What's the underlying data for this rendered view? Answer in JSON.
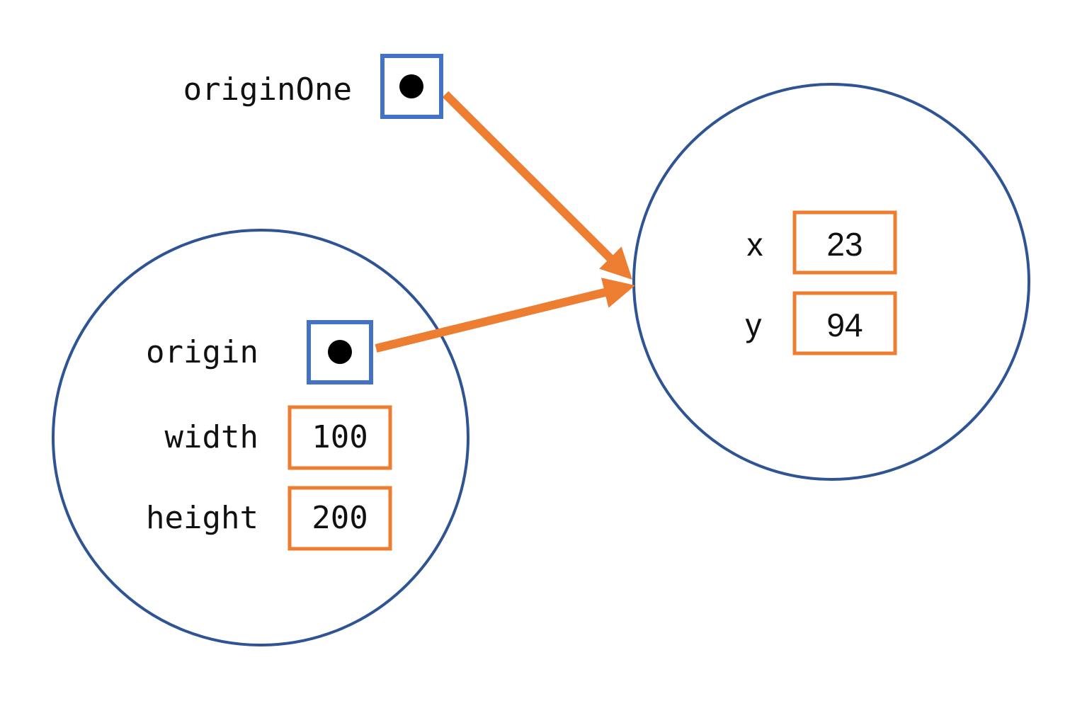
{
  "colors": {
    "reference_box_border": "#4472C4",
    "object_circle_border": "#2E5494",
    "value_box_border": "#ED7D31",
    "arrow": "#ED7D31",
    "pointer_dot": "#000000",
    "text": "#111111"
  },
  "origin_one_reference": {
    "label": "originOne"
  },
  "point_object": {
    "fields": [
      {
        "name": "x",
        "value": "23"
      },
      {
        "name": "y",
        "value": "94"
      }
    ]
  },
  "rectangle_object": {
    "origin_reference": {
      "label": "origin"
    },
    "fields": [
      {
        "name": "width",
        "value": "100"
      },
      {
        "name": "height",
        "value": "200"
      }
    ]
  }
}
